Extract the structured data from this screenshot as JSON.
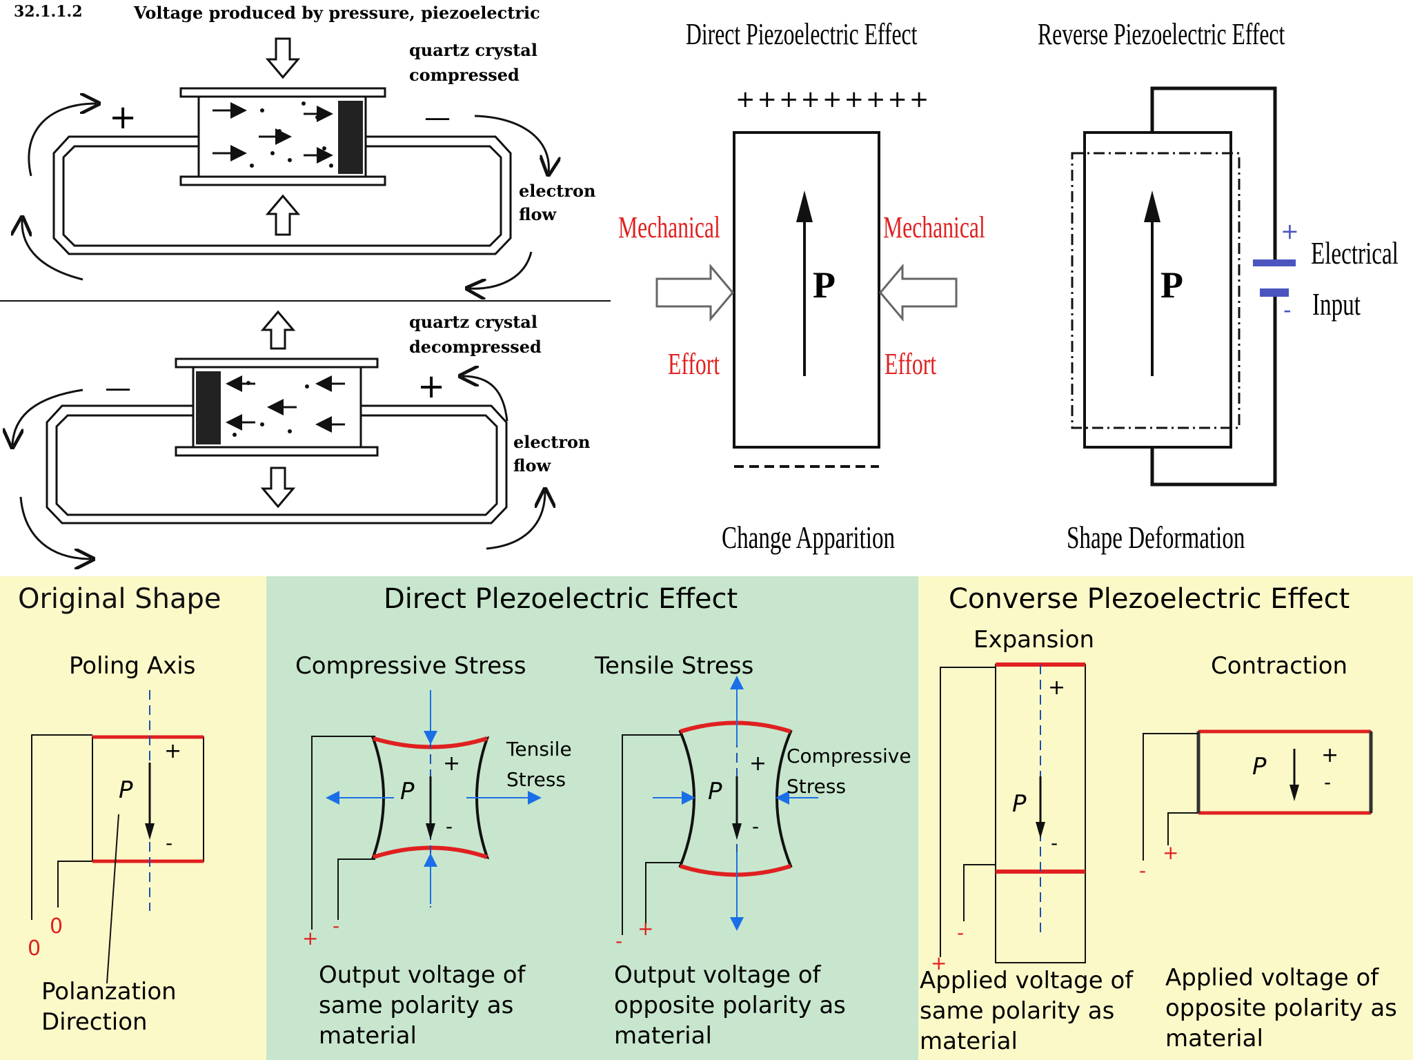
{
  "colors": {
    "yellow_bg": "#fbf9c8",
    "green_bg": "#c7e6cd",
    "red": "#e02020",
    "blue": "#1a6fe8",
    "capacitor": "#4a55c0"
  },
  "top_left": {
    "section_number": "32.1.1.2",
    "title": "Voltage produced by pressure, piezoelectric",
    "compressed": {
      "label_line1": "quartz crystal",
      "label_line2": "compressed",
      "plus": "+",
      "minus": "—",
      "flow_line1": "electron",
      "flow_line2": "flow"
    },
    "decompressed": {
      "label_line1": "quartz crystal",
      "label_line2": "decompressed",
      "plus": "+",
      "minus": "—",
      "flow_line1": "electron",
      "flow_line2": "flow"
    }
  },
  "top_right": {
    "direct": {
      "title": "Direct Piezoelectric Effect",
      "plus_row": "+++++++++",
      "left_label1": "Mechanical",
      "left_label2": "Effort",
      "right_label1": "Mechanical",
      "right_label2": "Effort",
      "polarization": "P",
      "caption": "Change Apparition"
    },
    "reverse": {
      "title": "Reverse Piezoelectric Effect",
      "polarization": "P",
      "input_label1": "Electrical",
      "input_label2": "Input",
      "cap_plus": "+",
      "cap_minus": "-",
      "caption": "Shape Deformation"
    }
  },
  "bottom": {
    "original": {
      "title": "Original Shape",
      "axis_label": "Poling Axis",
      "p": "P",
      "plus": "+",
      "minus": "-",
      "zero_a": "0",
      "zero_b": "0",
      "direction_line1": "Polanzation",
      "direction_line2": "Direction"
    },
    "direct": {
      "title": "Direct Plezoelectric Effect",
      "compressive_title": "Compressive Stress",
      "tensile_title": "Tensile Stress",
      "comp_side_line1": "Tensile",
      "comp_side_line2": "Stress",
      "tens_side_line1": "Compressive",
      "tens_side_line2": "Stress",
      "p": "P",
      "plus": "+",
      "minus": "-",
      "comp_lead_plus": "+",
      "comp_lead_minus": "-",
      "tens_lead_minus": "-",
      "tens_lead_plus": "+",
      "comp_caption_1": "Output voltage of",
      "comp_caption_2": "same polarity as",
      "comp_caption_3": "material",
      "tens_caption_1": "Output voltage of",
      "tens_caption_2": "opposite polarity as",
      "tens_caption_3": "material"
    },
    "converse": {
      "title": "Converse Plezoelectric Effect",
      "expansion": "Expansion",
      "contraction": "Contraction",
      "p": "P",
      "plus": "+",
      "minus": "-",
      "exp_lead_plus": "+",
      "exp_lead_minus": "-",
      "con_lead_minus": "-",
      "con_lead_plus": "+",
      "exp_caption_1": "Applied voltage of",
      "exp_caption_2": "same polarity as",
      "exp_caption_3": "material",
      "con_caption_1": "Applied voltage of",
      "con_caption_2": "opposite polarity as",
      "con_caption_3": "material"
    }
  }
}
